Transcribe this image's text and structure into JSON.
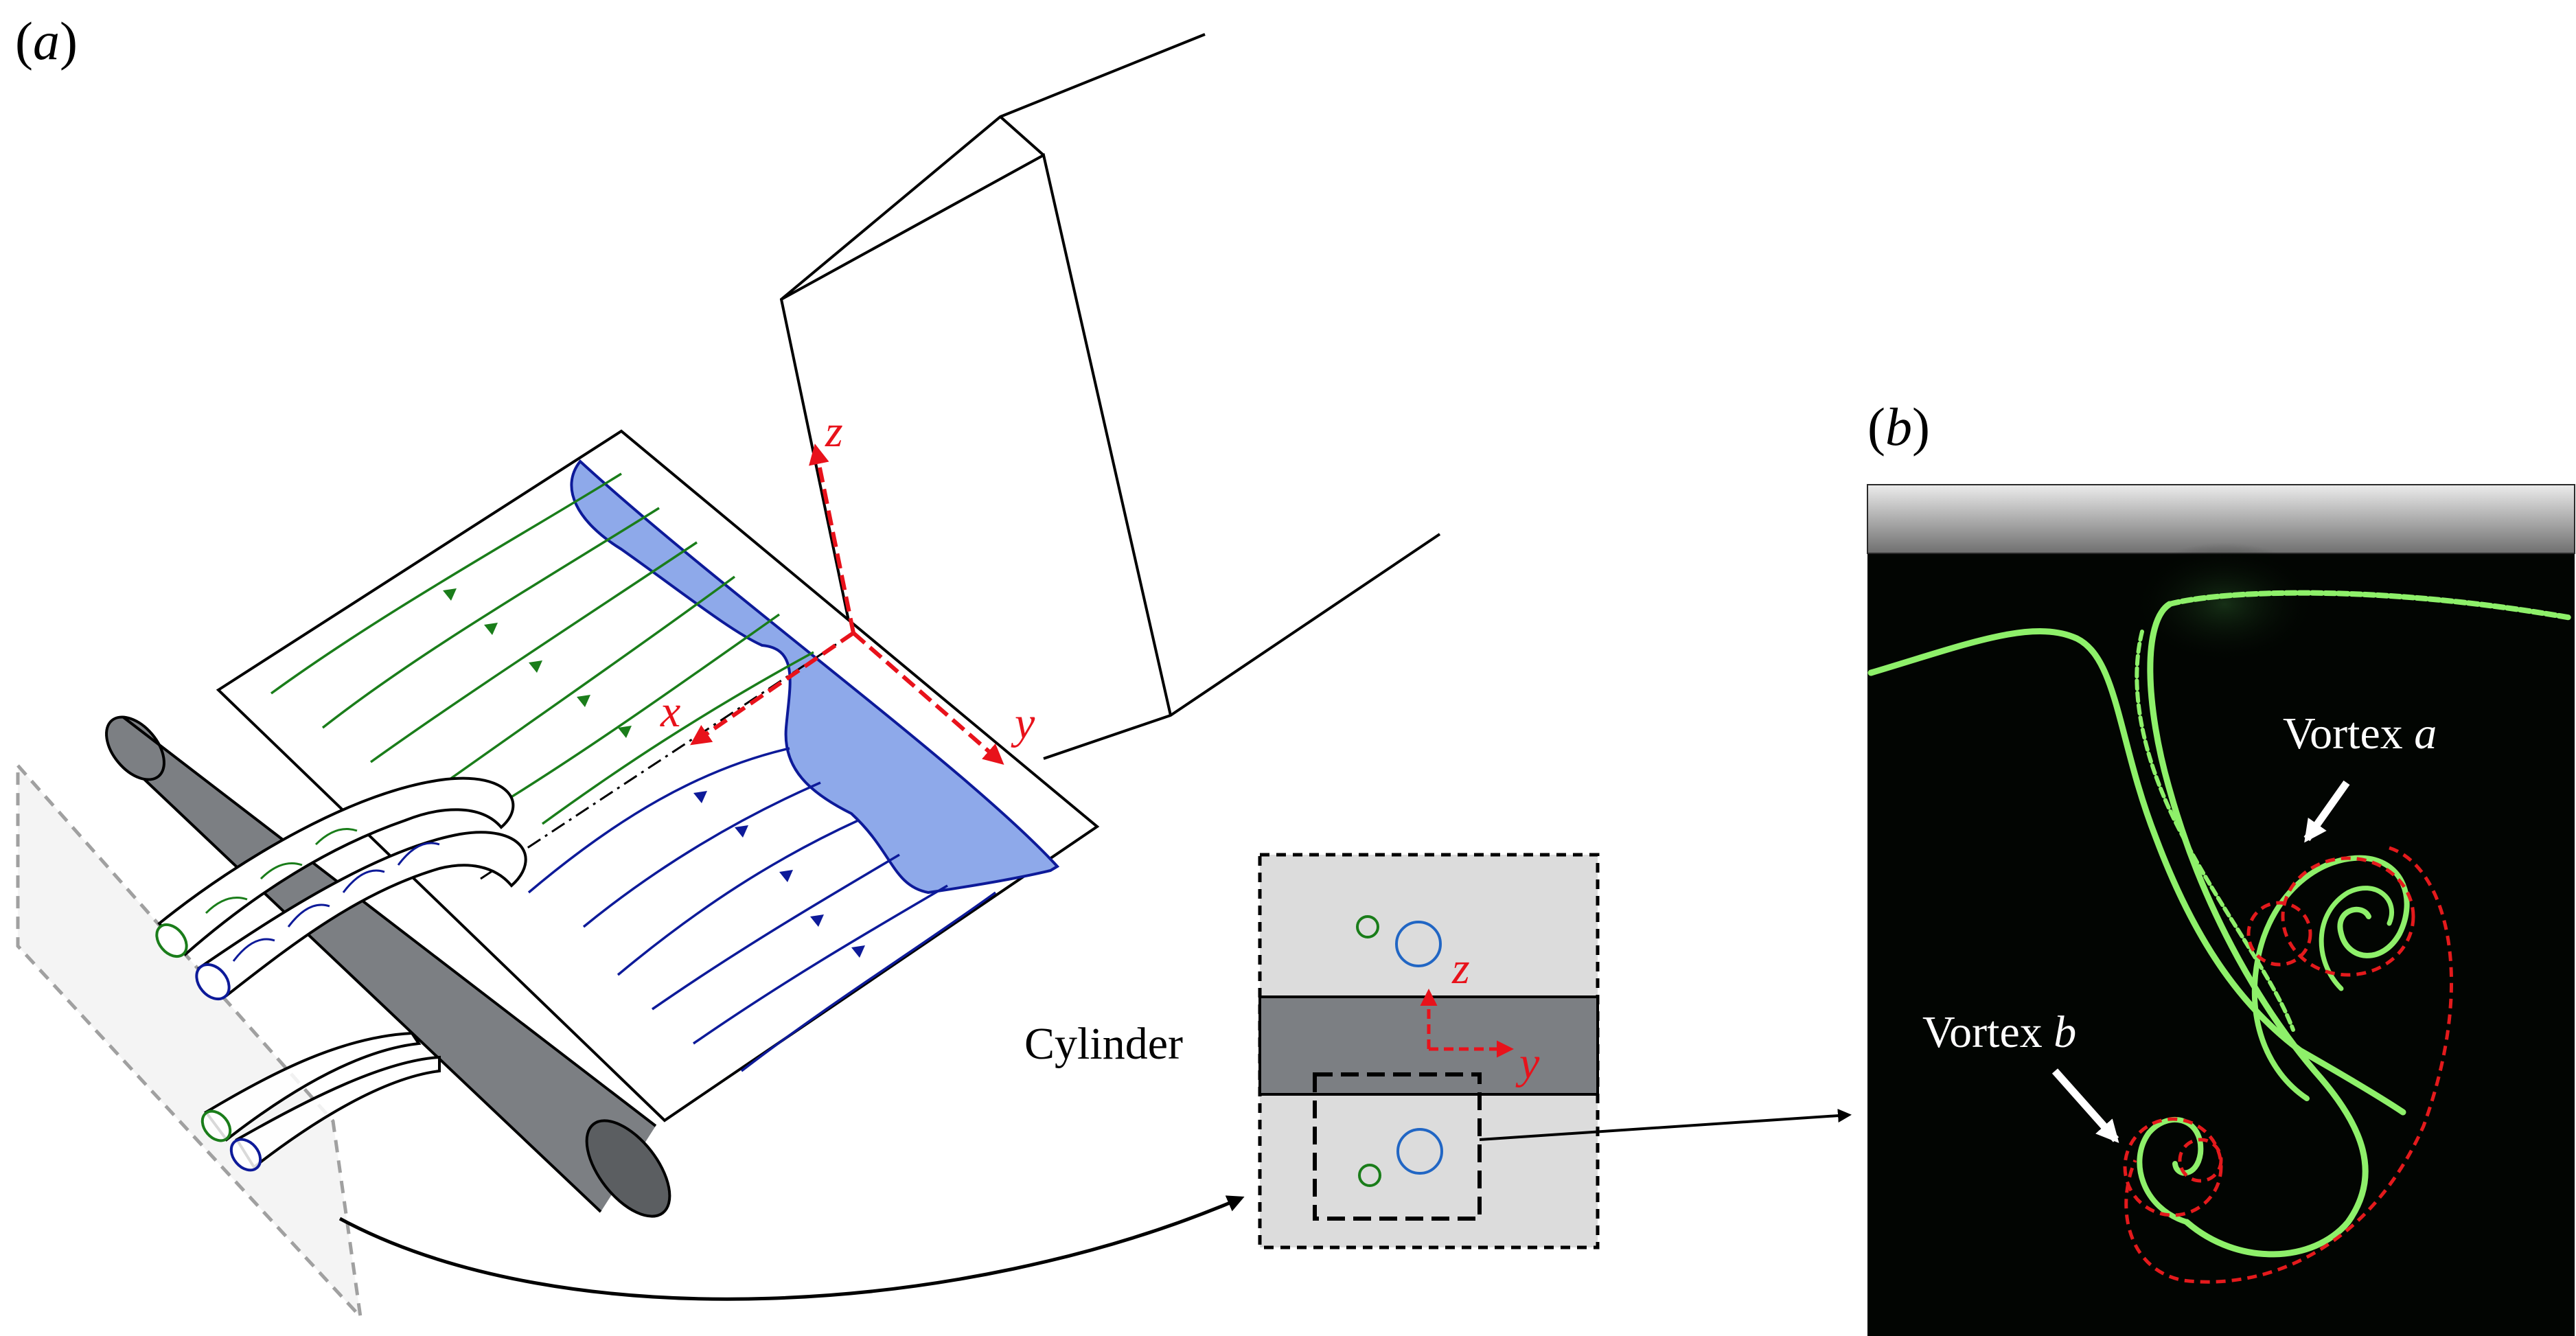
{
  "panels": {
    "a": {
      "label": "(a)"
    },
    "b": {
      "label": "(b)"
    }
  },
  "axes": {
    "x": "x",
    "y": "y",
    "z": "z"
  },
  "inset": {
    "axis_y": "y",
    "axis_z": "z",
    "cylinder_label": "Cylinder"
  },
  "vortices": {
    "a": {
      "prefix": "Vortex ",
      "letter": "a"
    },
    "b": {
      "prefix": "Vortex ",
      "letter": "b"
    }
  },
  "colors": {
    "streamline_green": "#1a7d1a",
    "streamline_blue": "#0d1a99",
    "surface_blue": "#8ea9ea",
    "cylinder_gray": "#7c7f83",
    "axis_red": "#e8121b",
    "flow_green": "#8ef06a"
  }
}
